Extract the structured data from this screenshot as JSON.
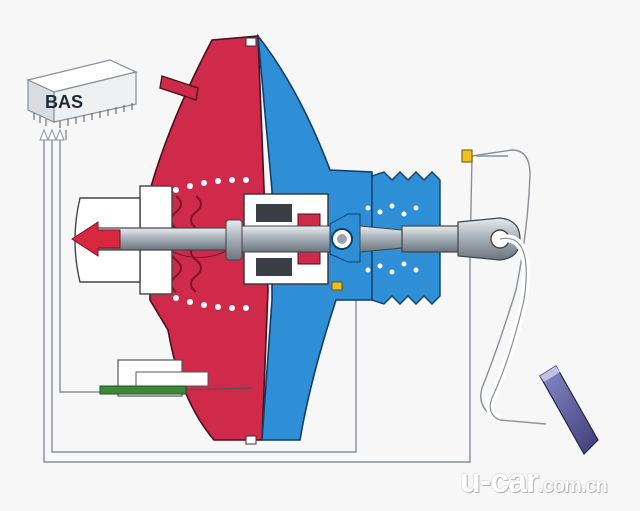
{
  "module": {
    "label": "BAS"
  },
  "watermark": {
    "main": "u-car",
    "suffix": ".com.cn"
  },
  "colors": {
    "booster_red": "#cf2a4a",
    "booster_blue": "#2f8fd6",
    "pedal": "#5a5a9e",
    "sensor_green": "#3a8a3a",
    "arrow": "#d8283f"
  },
  "icons": [
    "brake-pedal-icon",
    "pushrod-arrow-icon",
    "bellows-icon",
    "sensor-icon"
  ]
}
